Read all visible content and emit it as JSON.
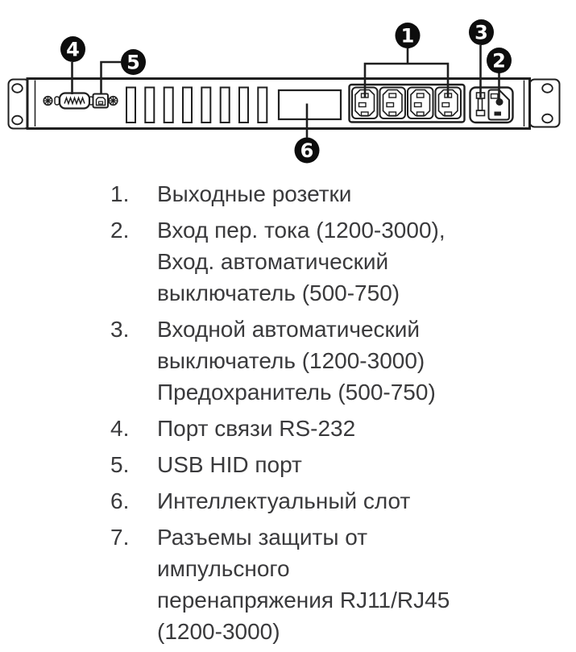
{
  "colors": {
    "background": "#ffffff",
    "line": "#1f1f1f",
    "legend_text": "#3a3a3c",
    "callout_bg": "#0d0d0d",
    "callout_text": "#ffffff"
  },
  "diagram": {
    "description": "ups-rear-panel-line-drawing",
    "callouts": [
      {
        "id": "callout-1",
        "number": "1"
      },
      {
        "id": "callout-2",
        "number": "2"
      },
      {
        "id": "callout-3",
        "number": "3"
      },
      {
        "id": "callout-4",
        "number": "4"
      },
      {
        "id": "callout-5",
        "number": "5"
      },
      {
        "id": "callout-6",
        "number": "6"
      }
    ]
  },
  "legend": {
    "items": [
      {
        "number": "1.",
        "lines": [
          "Выходные розетки"
        ]
      },
      {
        "number": "2.",
        "lines": [
          "Вход пер. тока (1200-3000),",
          "Вход. автоматический",
          "выключатель (500-750)"
        ]
      },
      {
        "number": "3.",
        "lines": [
          "Входной автоматический",
          "выключатель (1200-3000)",
          "Предохранитель (500-750)"
        ]
      },
      {
        "number": "4.",
        "lines": [
          "Порт связи RS-232"
        ]
      },
      {
        "number": "5.",
        "lines": [
          "USB HID порт"
        ]
      },
      {
        "number": "6.",
        "lines": [
          "Интеллектуальный слот"
        ]
      },
      {
        "number": "7.",
        "lines": [
          "Разъемы защиты от",
          "импульсного",
          "перенапряжения RJ11/RJ45",
          "(1200-3000)"
        ]
      }
    ]
  }
}
